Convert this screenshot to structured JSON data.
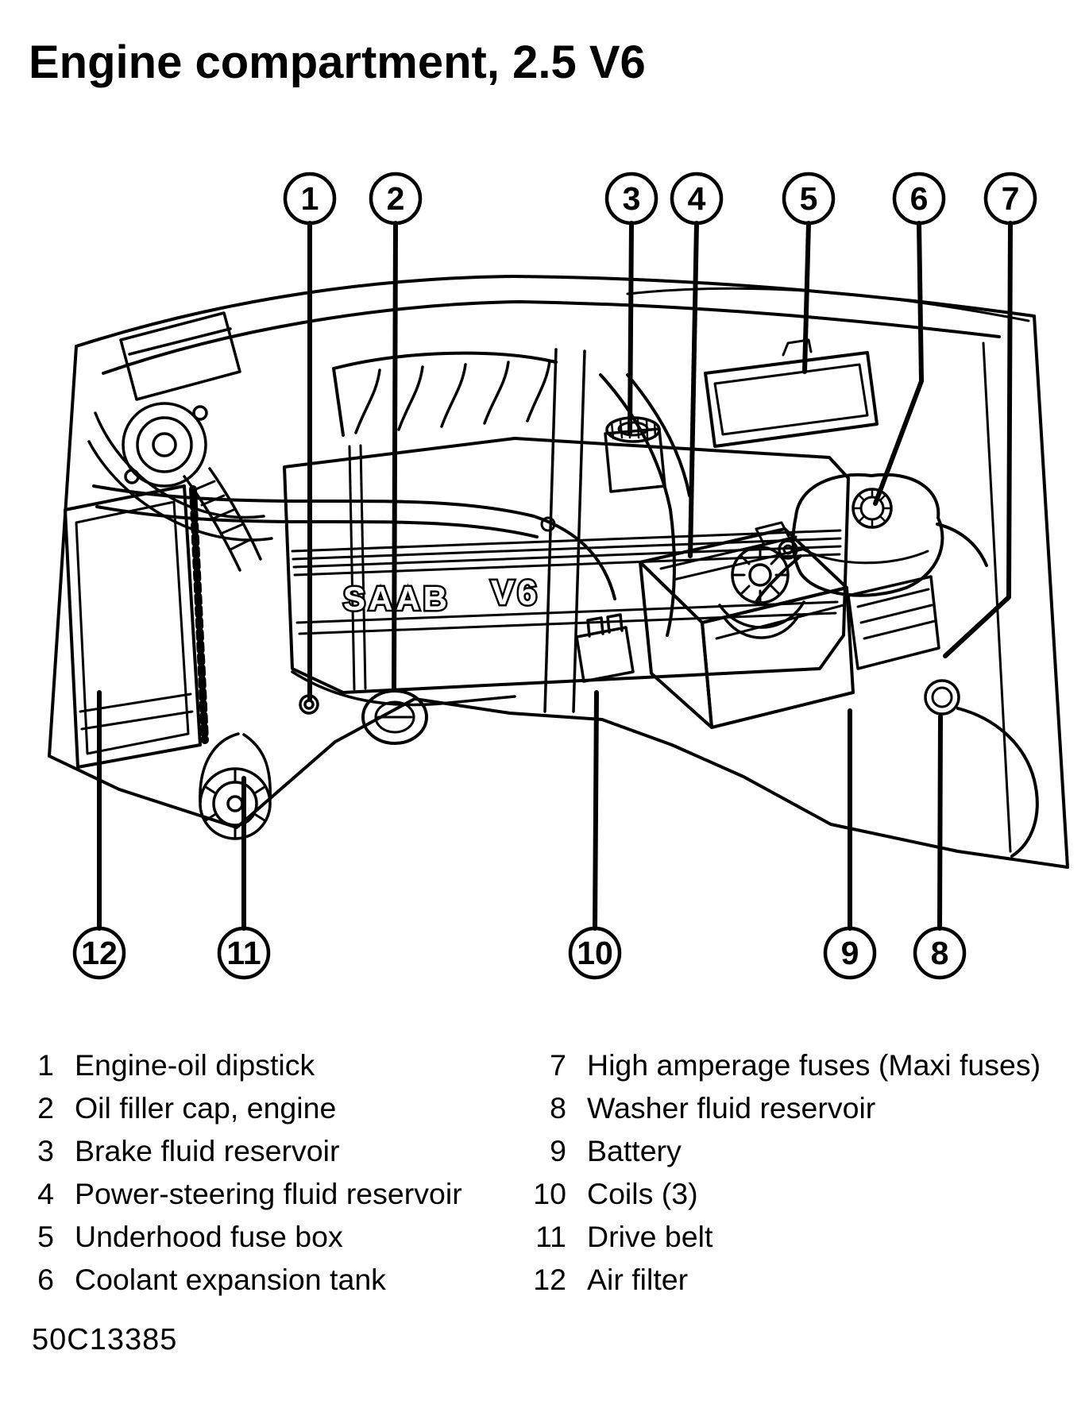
{
  "title": "Engine compartment, 2.5 V6",
  "figure_code": "50C13385",
  "engine_cover": {
    "brand": "SAAB",
    "badge": "V6"
  },
  "callouts": {
    "c1": "1",
    "c2": "2",
    "c3": "3",
    "c4": "4",
    "c5": "5",
    "c6": "6",
    "c7": "7",
    "c8": "8",
    "c9": "9",
    "c10": "10",
    "c11": "11",
    "c12": "12"
  },
  "legend": {
    "left": [
      {
        "number": "1",
        "label": "Engine-oil dipstick"
      },
      {
        "number": "2",
        "label": "Oil filler cap, engine"
      },
      {
        "number": "3",
        "label": "Brake fluid reservoir"
      },
      {
        "number": "4",
        "label": "Power-steering fluid reservoir"
      },
      {
        "number": "5",
        "label": "Underhood fuse box"
      },
      {
        "number": "6",
        "label": "Coolant expansion tank"
      }
    ],
    "right": [
      {
        "number": "7",
        "label": "High amperage fuses (Maxi fuses)"
      },
      {
        "number": "8",
        "label": "Washer fluid reservoir"
      },
      {
        "number": "9",
        "label": "Battery"
      },
      {
        "number": "10",
        "label": "Coils (3)"
      },
      {
        "number": "11",
        "label": "Drive belt"
      },
      {
        "number": "12",
        "label": "Air filter"
      }
    ]
  }
}
